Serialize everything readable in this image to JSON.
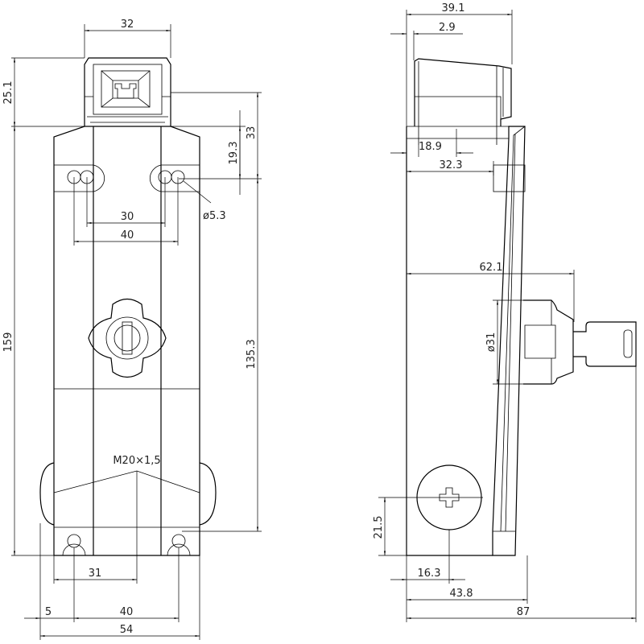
{
  "front_view": {
    "dims": {
      "head_width": "32",
      "head_height": "25.1",
      "overall_height": "159",
      "top_to_holes": "33",
      "body_top_to_holes": "19.3",
      "hole_spacing_vertical": "135.3",
      "slot_inner": "30",
      "slot_outer": "40",
      "hole_diameter": "ø5.3",
      "cable_offset": "31",
      "edge_offset": "5",
      "bottom_hole_spacing": "40",
      "overall_width": "54"
    },
    "thread_label": "M20×1,5"
  },
  "side_view": {
    "dims": {
      "head_depth": "39.1",
      "head_offset": "2.9",
      "head_center": "18.9",
      "body_depth": "32.3",
      "key_depth": "62.1",
      "key_diameter": "ø31",
      "gland_height": "21.5",
      "gland_center": "16.3",
      "plate_depth": "43.8",
      "overall_depth": "87"
    }
  }
}
